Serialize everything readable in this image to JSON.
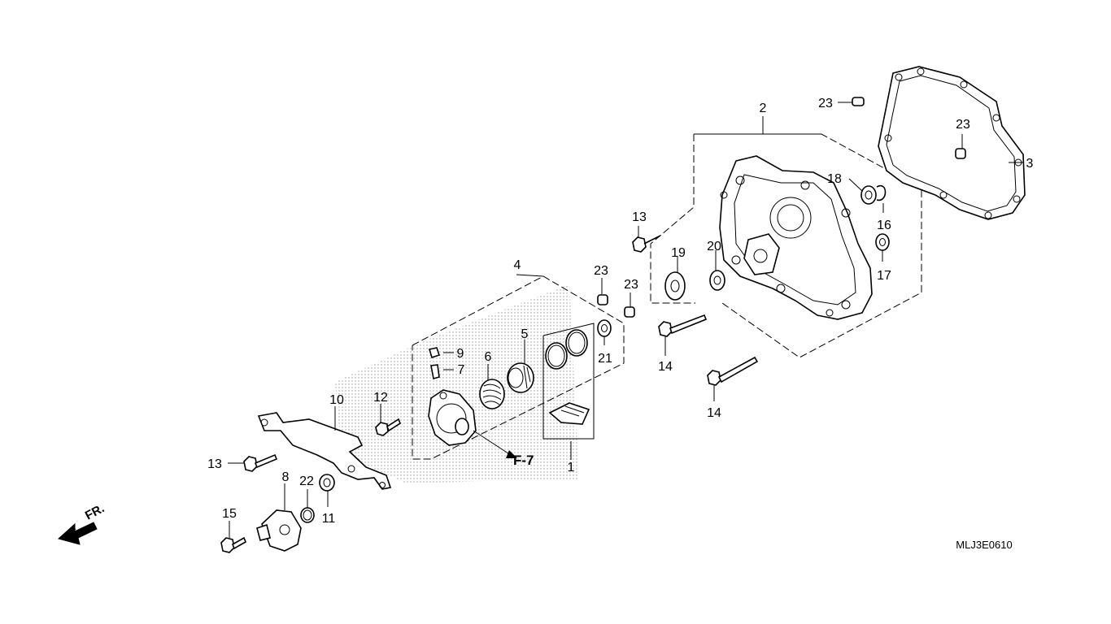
{
  "diagram_code": "MLJ3E0610",
  "front_indicator": "FR.",
  "reference_tag": "F-7",
  "callouts": [
    {
      "id": "c1",
      "label": "1"
    },
    {
      "id": "c2",
      "label": "2"
    },
    {
      "id": "c3",
      "label": "3"
    },
    {
      "id": "c4",
      "label": "4"
    },
    {
      "id": "c5",
      "label": "5"
    },
    {
      "id": "c6",
      "label": "6"
    },
    {
      "id": "c7",
      "label": "7"
    },
    {
      "id": "c8",
      "label": "8"
    },
    {
      "id": "c9",
      "label": "9"
    },
    {
      "id": "c10",
      "label": "10"
    },
    {
      "id": "c11",
      "label": "11"
    },
    {
      "id": "c12",
      "label": "12"
    },
    {
      "id": "c13a",
      "label": "13"
    },
    {
      "id": "c13b",
      "label": "13"
    },
    {
      "id": "c14a",
      "label": "14"
    },
    {
      "id": "c14b",
      "label": "14"
    },
    {
      "id": "c15",
      "label": "15"
    },
    {
      "id": "c16",
      "label": "16"
    },
    {
      "id": "c17",
      "label": "17"
    },
    {
      "id": "c18",
      "label": "18"
    },
    {
      "id": "c19",
      "label": "19"
    },
    {
      "id": "c20",
      "label": "20"
    },
    {
      "id": "c21",
      "label": "21"
    },
    {
      "id": "c22",
      "label": "22"
    },
    {
      "id": "c23a",
      "label": "23"
    },
    {
      "id": "c23b",
      "label": "23"
    },
    {
      "id": "c23c",
      "label": "23"
    },
    {
      "id": "c23d",
      "label": "23"
    }
  ]
}
